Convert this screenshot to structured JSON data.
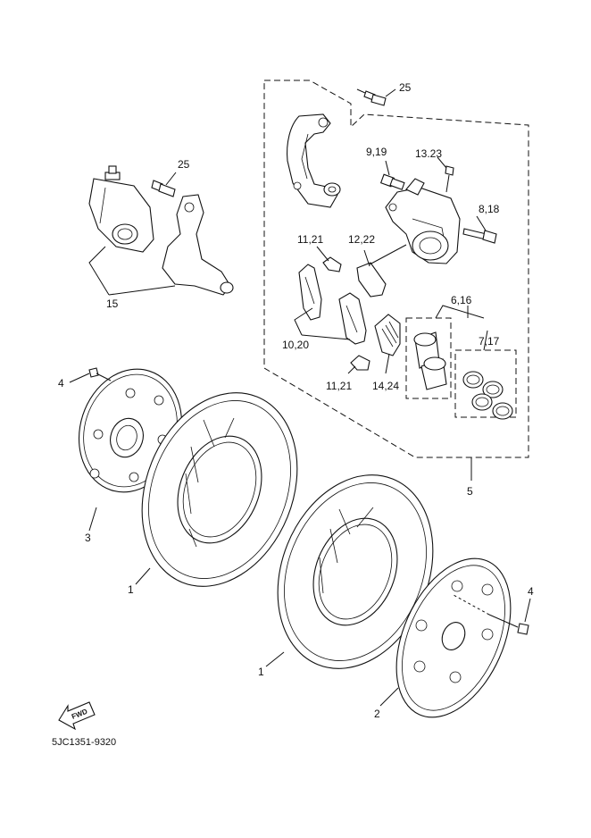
{
  "labels": {
    "l25a": "25",
    "l25b": "25",
    "l919": "9,19",
    "l1323": "13.23",
    "l818": "8,18",
    "l1121a": "11,21",
    "l1222": "12,22",
    "l616": "6,16",
    "l717": "7,17",
    "l1020": "10,20",
    "l1121b": "11,21",
    "l1424": "14,24",
    "l15": "15",
    "l4a": "4",
    "l3": "3",
    "l1a": "1",
    "l5": "5",
    "l4b": "4",
    "l1b": "1",
    "l2": "2"
  },
  "fwd_badge": "FWD",
  "diagram_code": "5JC1351-9320"
}
